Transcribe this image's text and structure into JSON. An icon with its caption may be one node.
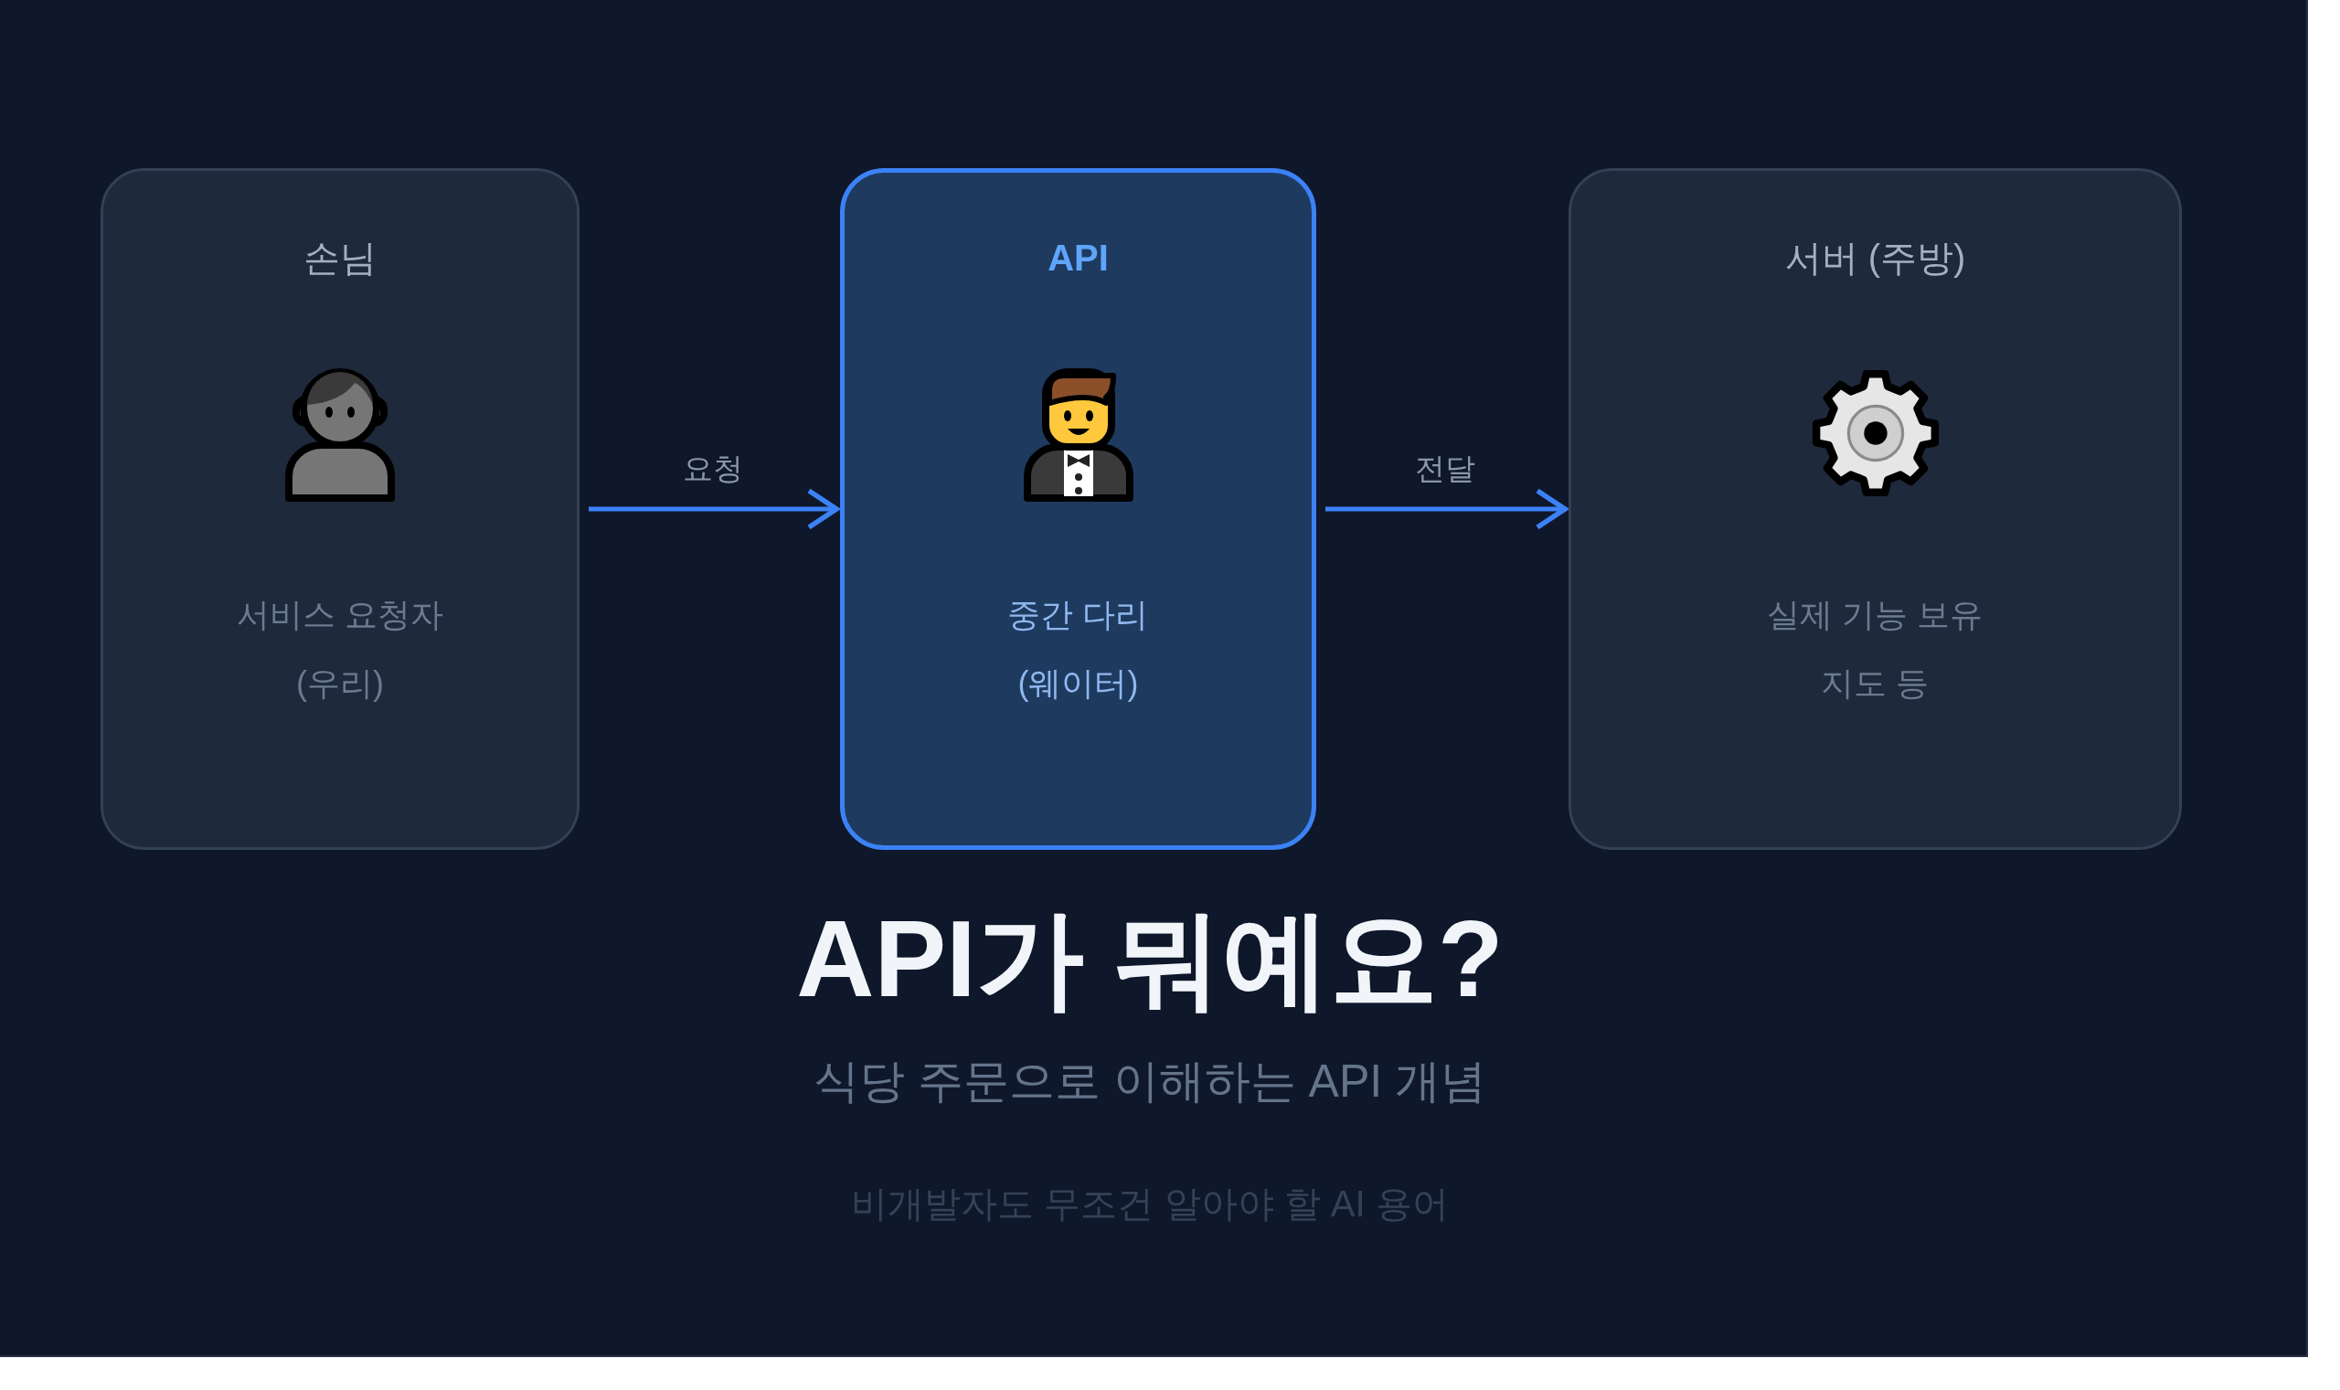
{
  "diagram": {
    "title": "API가 뭐예요?",
    "nodes": [
      {
        "text": [
          "손님",
          "서비스 요청자 (우리)"
        ]
      },
      {
        "text": [
          "API",
          "중간 다리 (웨이터)"
        ]
      },
      {
        "text": [
          "서버 (주방)",
          "실제 기능 보유 지도 등"
        ]
      }
    ],
    "edges": [
      {
        "from": 0,
        "to": 1,
        "arrow": "to",
        "label": "요청"
      },
      {
        "from": 1,
        "to": 2,
        "arrow": "to",
        "label": "전달"
      }
    ],
    "labels": [
      "식당 주문으로 이해하는 API 개념",
      "비개발자도 무조건 알아야 할 AI 용어"
    ]
  }
}
